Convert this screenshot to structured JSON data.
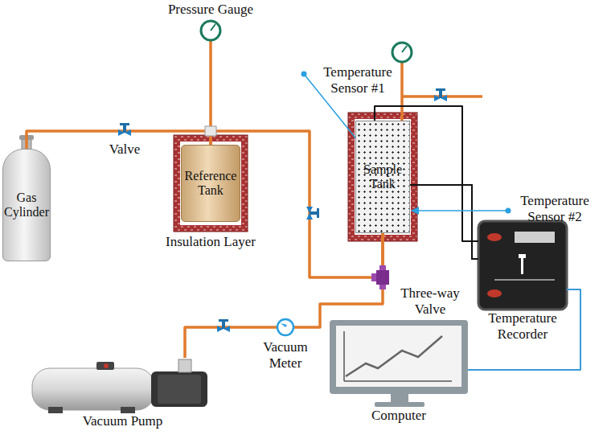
{
  "diagram": {
    "nodes": [
      {
        "text": [
          "Gas Cylinder"
        ]
      },
      {
        "text": [
          "Reference Tank"
        ]
      },
      {
        "text": [
          "Sample Tank"
        ]
      },
      {
        "text": [
          "Temperature Recorder"
        ]
      },
      {
        "text": [
          "Vacuum Pump"
        ]
      },
      {
        "text": [
          "Computer"
        ]
      }
    ],
    "edges": [
      {
        "from": 0,
        "to": 1,
        "arrow": "none"
      },
      {
        "from": 1,
        "to": 2,
        "arrow": "none"
      },
      {
        "from": 4,
        "to": 2,
        "arrow": "none"
      },
      {
        "from": 2,
        "to": 3,
        "arrow": "none"
      },
      {
        "from": 3,
        "to": 5,
        "arrow": "none"
      }
    ],
    "labels": [
      "Pressure Gauge",
      "Valve",
      "Insulation Layer",
      "Temperature Sensor #1",
      "Temperature Sensor #2",
      "Three-way Valve",
      "Vacuum Meter"
    ]
  }
}
